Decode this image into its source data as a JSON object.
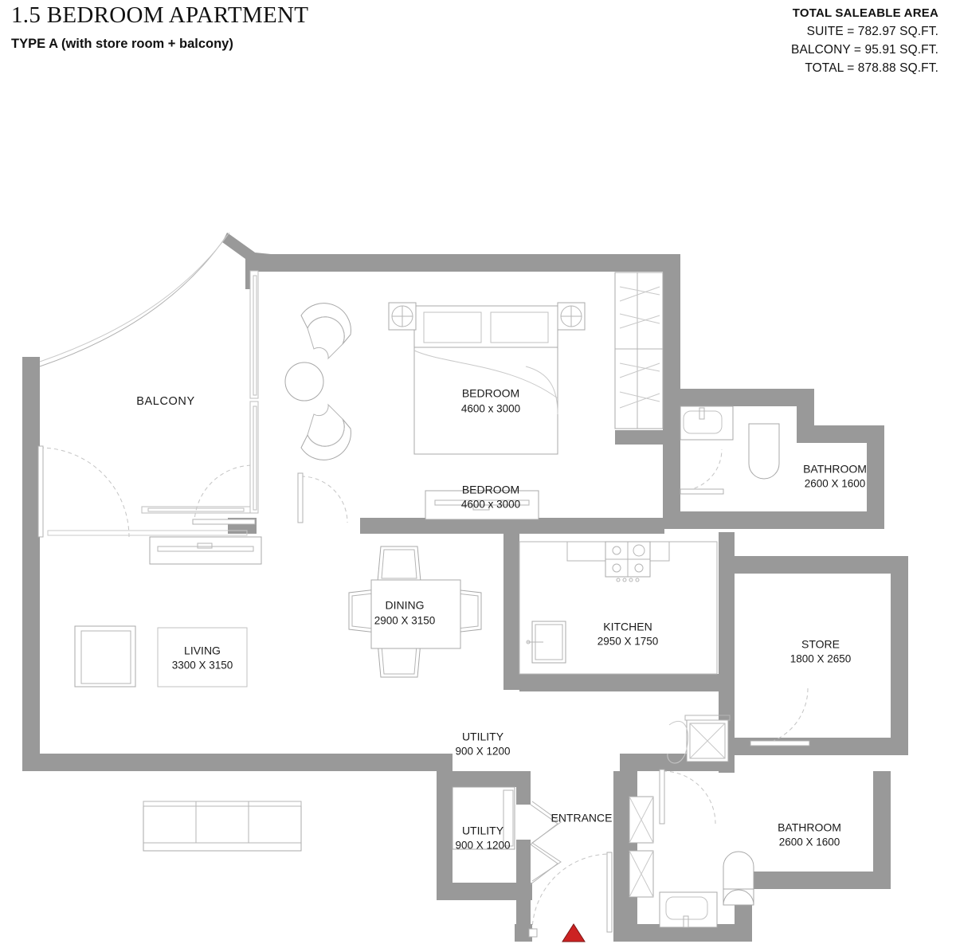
{
  "header": {
    "title": "1.5 BEDROOM APARTMENT",
    "subtitle": "TYPE A (with store room + balcony)",
    "area_heading": "TOTAL SALEABLE AREA",
    "area_lines": [
      "SUITE = 782.97 SQ.FT.",
      "BALCONY = 95.91 SQ.FT.",
      "TOTAL = 878.88 SQ.FT."
    ]
  },
  "plan": {
    "drawing_type": "architectural-floor-plan",
    "wall_color": "#999999",
    "furniture_stroke": "#b0b0b0",
    "entry_marker_color": "#cc2222",
    "entrance_label": "ENTRANCE",
    "rooms": [
      {
        "id": "balcony",
        "label": "BALCONY",
        "dims": ""
      },
      {
        "id": "bedroom",
        "label": "BEDROOM",
        "dims": "4600 x 3000"
      },
      {
        "id": "bathroom1",
        "label": "BATHROOM",
        "dims": "2600 X 1600"
      },
      {
        "id": "store",
        "label": "STORE",
        "dims": "1800 X 2650"
      },
      {
        "id": "kitchen",
        "label": "KITCHEN",
        "dims": "2950 X 1750"
      },
      {
        "id": "dining",
        "label": "DINING",
        "dims": "2900 X 3150"
      },
      {
        "id": "living",
        "label": "LIVING",
        "dims": "3300 X 3150"
      },
      {
        "id": "utility",
        "label": "UTILITY",
        "dims": "900 X 1200"
      },
      {
        "id": "bathroom2",
        "label": "BATHROOM",
        "dims": "2600 X 1600"
      }
    ]
  }
}
